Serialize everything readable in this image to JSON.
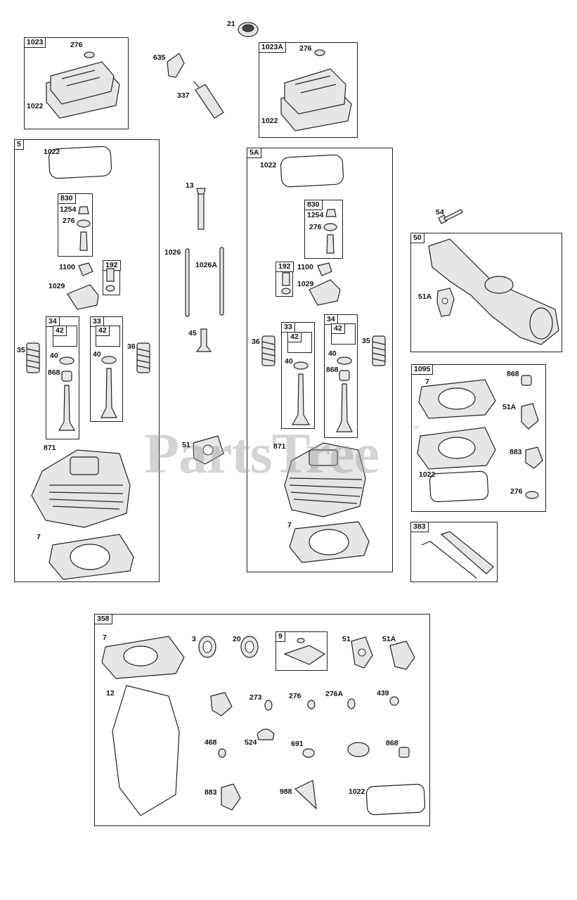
{
  "watermark": {
    "text": "PartsTree",
    "tm": "™"
  },
  "boxes": {
    "b1023": "1023",
    "b1023a": "1023A",
    "b5": "5",
    "b5a": "5A",
    "b830_l": "830",
    "b192_l": "192",
    "b34_l": "34",
    "b42_l1": "42",
    "b33_l": "33",
    "b42_l2": "42",
    "b830_r": "830",
    "b192_r": "192",
    "b33_r": "33",
    "b42_r1": "42",
    "b34_r": "34",
    "b42_r2": "42",
    "b50": "50",
    "b1095": "1095",
    "b383": "383",
    "b358": "358",
    "b9": "9"
  },
  "labels": {
    "l21": "21",
    "l276a": "276",
    "l1022a": "1022",
    "l635": "635",
    "l337": "337",
    "l276b": "276",
    "l1022b": "1022",
    "l1022c": "1022",
    "l1254a": "1254",
    "l276c": "276",
    "l1100a": "1100",
    "l1029a": "1029",
    "l35a": "35",
    "l40a": "40",
    "l868a": "868",
    "l40b": "40",
    "l36a": "36",
    "l871a": "871",
    "l7a": "7",
    "l13": "13",
    "l1026": "1026",
    "l1026a": "1026A",
    "l45": "45",
    "l51a": "51",
    "l1022d": "1022",
    "l1254b": "1254",
    "l276d": "276",
    "l1100b": "1100",
    "l1029b": "1029",
    "l36b": "36",
    "l40c": "40",
    "l40d": "40",
    "l868b": "868",
    "l35b": "35",
    "l871b": "871",
    "l7b": "7",
    "l54": "54",
    "l51A_50": "51A",
    "l7c": "7",
    "l868c": "868",
    "l51A_1095": "51A",
    "l883a": "883",
    "l1022e": "1022",
    "l276e": "276",
    "k7": "7",
    "k3": "3",
    "k20": "20",
    "k51": "51",
    "k51A": "51A",
    "k12": "12",
    "k273": "273",
    "k276": "276",
    "k276A": "276A",
    "k439": "439",
    "k468": "468",
    "k524": "524",
    "k691": "691",
    "k868": "868",
    "k883": "883",
    "k988": "988",
    "k1022": "1022"
  }
}
